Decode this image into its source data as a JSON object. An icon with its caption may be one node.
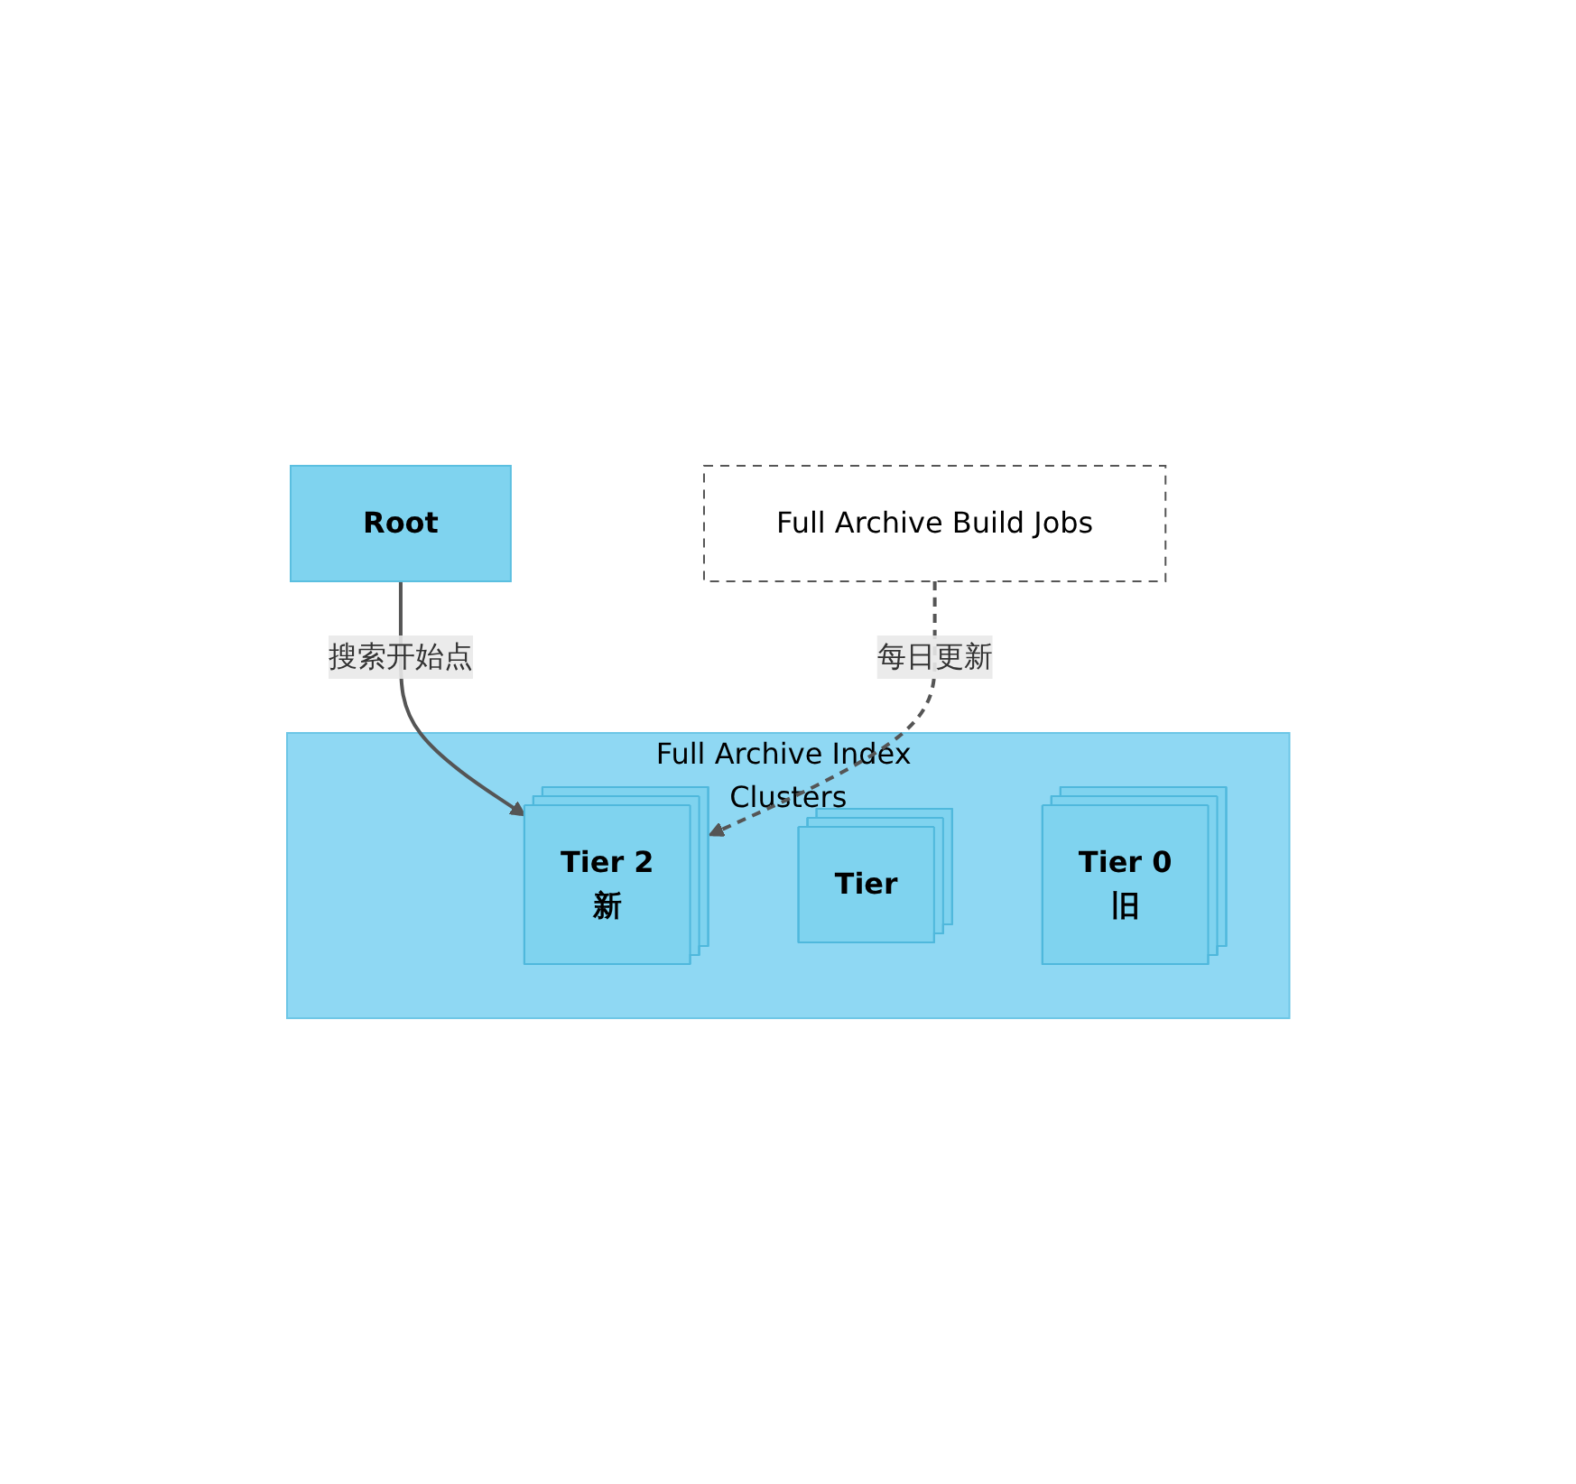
{
  "diagram": {
    "nodes": [
      {
        "text": [
          "Root"
        ]
      },
      {
        "text": [
          "Full Archive Index Clusters"
        ]
      },
      {
        "text": [
          "Tier 2",
          "新"
        ],
        "in": 1
      },
      {
        "text": [
          "Tier"
        ],
        "in": 1
      },
      {
        "text": [
          "Tier 0",
          "旧"
        ],
        "in": 1
      },
      {
        "text": [
          "Full Archive Build Jobs"
        ]
      }
    ],
    "edges": [
      {
        "from": 0,
        "to": 2,
        "arrow": "to",
        "label": "搜索开始点"
      },
      {
        "from": 5,
        "to": 2,
        "arrow": "to",
        "label": "每日更新",
        "style": "dashed"
      }
    ]
  }
}
